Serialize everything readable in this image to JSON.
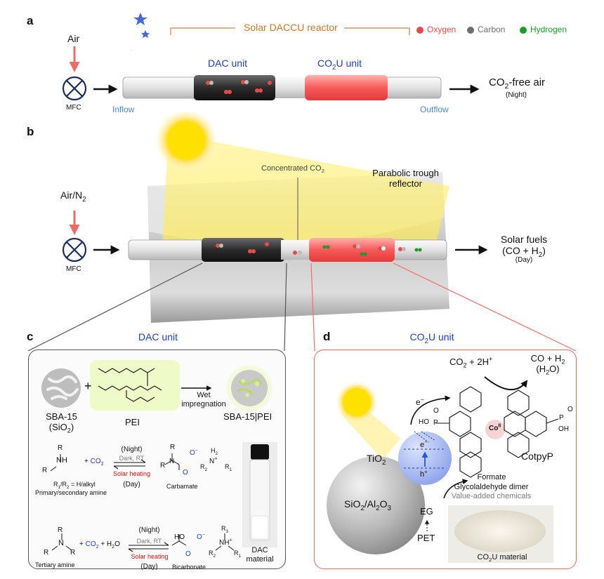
{
  "panels": {
    "a": "a",
    "b": "b",
    "c": "c",
    "d": "d"
  },
  "panel_a": {
    "air": "Air",
    "mfc": "MFC",
    "reactor_title": "Solar DACCU reactor",
    "legend": [
      {
        "label": "Oxygen",
        "color": "#e84a4a"
      },
      {
        "label": "Carbon",
        "color": "#6e6e6e"
      },
      {
        "label": "Hydrogen",
        "color": "#1a9b2a"
      }
    ],
    "dac_unit": "DAC unit",
    "co2u_unit": "CO",
    "co2u_sub": "2",
    "co2u_suffix": "U unit",
    "inflow": "Inflow",
    "outflow": "Outflow",
    "output": "CO",
    "output_sub": "2",
    "output_suffix": "-free air",
    "output_time": "(Night)"
  },
  "panel_b": {
    "air": "Air/N",
    "air_sub": "2",
    "mfc": "MFC",
    "concentrated": "Concentrated CO",
    "concentrated_sub": "2",
    "reflector_line1": "Parabolic trough",
    "reflector_line2": "reflector",
    "output_line1": "Solar fuels",
    "output_line2_a": "(CO + H",
    "output_line2_sub": "2",
    "output_line2_b": ")",
    "output_time": "(Day)"
  },
  "panel_c": {
    "title": "DAC unit",
    "sba_line1": "SBA-15",
    "sba_line2_a": "(SiO",
    "sba_line2_sub": "2",
    "sba_line2_b": ")",
    "plus": "+",
    "pei": "PEI",
    "process_line1": "Wet",
    "process_line2": "impregnation",
    "product": "SBA-15|PEI",
    "night": "(Night)",
    "dark_rt": "Dark, RT",
    "solar_heating": "Solar heating",
    "day": "(Day)",
    "r1r2_line1": "R",
    "r1r2_line1_text": "/R",
    "r1r2_line1_end": " = H/alkyl",
    "amine1": "Primary/secondary amine",
    "co2": "CO",
    "co2_sub": "2",
    "carbamate": "Carbamate",
    "tertiary": "Tertiary amine",
    "h2o_a": "+ H",
    "h2o_sub": "2",
    "h2o_b": "O",
    "bicarbonate": "Bicarbonate",
    "nh": "NH",
    "n": "N",
    "r1": "R",
    "r2": "R",
    "r3": "R",
    "ho": "HO",
    "h": "H",
    "material_line1": "DAC",
    "material_line2": "material"
  },
  "panel_d": {
    "title_a": "CO",
    "title_sub": "2",
    "title_b": "U unit",
    "reactant_a": "CO",
    "reactant_sub": "2",
    "reactant_b": " + 2H",
    "reactant_sup": "+",
    "product_line1_a": "CO + H",
    "product_line1_sub": "2",
    "product_line2_a": "(H",
    "product_line2_sub": "2",
    "product_line2_b": "O)",
    "electron": "e",
    "electron_sup": "−",
    "hole": "h",
    "hole_sup": "+",
    "tio2_a": "TiO",
    "tio2_sub": "2",
    "support_a": "SiO",
    "support_sub1": "2",
    "support_b": "/Al",
    "support_sub2": "2",
    "support_c": "O",
    "support_sub3": "3",
    "catalyst": "CotpyP",
    "co_label": "Co",
    "co_sup": "II",
    "ho_p": "HO",
    "p": "P",
    "o": "O",
    "oh": "OH",
    "formate": "Formate",
    "glycol": "Glycolaldehyde dimer",
    "value_added": "Value-added chemicals",
    "eg": "EG",
    "pet": "PET",
    "material_a": "CO",
    "material_sub": "2",
    "material_b": "U material"
  }
}
